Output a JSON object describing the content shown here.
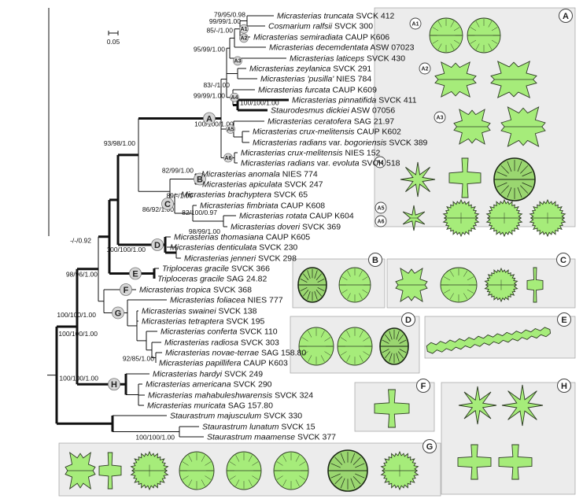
{
  "scale": {
    "label": "0.05"
  },
  "taxa": [
    {
      "genus": "Micrasterias",
      "epithet": "truncata",
      "strain": "SVCK 412"
    },
    {
      "genus": "Cosmarium",
      "epithet": "ralfsii",
      "strain": "SVCK 300"
    },
    {
      "genus": "Micrasterias",
      "epithet": "semiradiata",
      "strain": "CAUP K606"
    },
    {
      "genus": "Micrasterias",
      "epithet": "decemdentata",
      "strain": "ASW 07023"
    },
    {
      "genus": "Micrasterias",
      "epithet": "laticeps",
      "strain": "SVCK 430"
    },
    {
      "genus": "Micrasterias",
      "epithet": "zeylanica",
      "strain": "SVCK 291"
    },
    {
      "genus": "Micrasterias",
      "epithet": "'pusilla'",
      "strain": "NIES 784"
    },
    {
      "genus": "Micrasterias",
      "epithet": "furcata",
      "strain": "CAUP K609"
    },
    {
      "genus": "Micrasterias",
      "epithet": "pinnatifida",
      "strain": "SVCK 411"
    },
    {
      "genus": "Staurodesmus",
      "epithet": "dickiei",
      "strain": "ASW 07056"
    },
    {
      "genus": "Micrasterias",
      "epithet": "ceratofera",
      "strain": "SAG 21.97"
    },
    {
      "genus": "Micrasterias",
      "epithet": "crux-melitensis",
      "strain": "CAUP K602"
    },
    {
      "genus": "Micrasterias",
      "epithet": "radians",
      "variety": "bogoriensis",
      "strain": "SVCK 389"
    },
    {
      "genus": "Micrasterias",
      "epithet": "crux-melitensis",
      "strain": "NIES 152"
    },
    {
      "genus": "Micrasterias",
      "epithet": "radians",
      "variety": "evoluta",
      "strain": "SVCK 518"
    },
    {
      "genus": "Micrasterias",
      "epithet": "anomala",
      "strain": "NIES 774"
    },
    {
      "genus": "Micrasterias",
      "epithet": "apiculata",
      "strain": "SVCK 247"
    },
    {
      "genus": "Micrasterias",
      "epithet": "brachyptera",
      "strain": "SVCK 65"
    },
    {
      "genus": "Micrasterias",
      "epithet": "fimbriata",
      "strain": "CAUP K608"
    },
    {
      "genus": "Micrasterias",
      "epithet": "rotata",
      "strain": "CAUP K604"
    },
    {
      "genus": "Micrasterias",
      "epithet": "doveri",
      "strain": "SVCK 369"
    },
    {
      "genus": "Micrasterias",
      "epithet": "thomasiana",
      "strain": "CAUP K605"
    },
    {
      "genus": "Micrasterias",
      "epithet": "denticulata",
      "strain": "SVCK 230"
    },
    {
      "genus": "Micrasterias",
      "epithet": "jenneri",
      "strain": "SVCK 298"
    },
    {
      "genus": "Triploceras",
      "epithet": "gracile",
      "strain": "SVCK 366"
    },
    {
      "genus": "Triploceras",
      "epithet": "gracile",
      "strain": "SAG 24.82"
    },
    {
      "genus": "Micrasterias",
      "epithet": "tropica",
      "strain": "SVCK 368"
    },
    {
      "genus": "Micrasterias",
      "epithet": "foliacea",
      "strain": "NIES 777"
    },
    {
      "genus": "Micrasterias",
      "epithet": "swainei",
      "strain": "SVCK 138"
    },
    {
      "genus": "Micrasterias",
      "epithet": "tetraptera",
      "strain": "SVCK 195"
    },
    {
      "genus": "Micrasterias",
      "epithet": "conferta",
      "strain": "SVCK 110"
    },
    {
      "genus": "Micrasterias",
      "epithet": "radiosa",
      "strain": "SVCK 303"
    },
    {
      "genus": "Micrasterias",
      "epithet": "novae-terrae",
      "strain": "SAG 158.80"
    },
    {
      "genus": "Micrasterias",
      "epithet": "papillifera",
      "strain": "CAUP K603"
    },
    {
      "genus": "Micrasterias",
      "epithet": "hardyi",
      "strain": "SVCK 249"
    },
    {
      "genus": "Micrasterias",
      "epithet": "americana",
      "strain": "SVCK 290"
    },
    {
      "genus": "Micrasterias",
      "epithet": "mahabuleshwarensis",
      "strain": "SVCK 324"
    },
    {
      "genus": "Micrasterias",
      "epithet": "muricata",
      "strain": "SAG 157.80"
    },
    {
      "genus": "Staurastrum",
      "epithet": "majusculum",
      "strain": "SVCK 330"
    },
    {
      "genus": "Staurastrum",
      "epithet": "lunatum",
      "strain": "SVCK 15"
    },
    {
      "genus": "Staurastrum",
      "epithet": "maamense",
      "strain": "SVCK 377"
    }
  ],
  "support_values": [
    "79/95/0.98",
    "99/99/1.00",
    "85/-/1.00",
    "95/99/1.00",
    "83/-/1.00",
    "100/100/1.00",
    "99/99/1.00",
    "100/100/1.00",
    "93/98/1.00",
    "82/99/1.00",
    "82/100/0.97",
    "89/-/1.00",
    "86/92/1.00",
    "98/99/1.00",
    "-/-/0.92",
    "100/100/1.00",
    "100/100/1.00",
    "98/96/1.00",
    "100/100/1.00",
    "92/85/1.00",
    "100/100/1.00",
    "100/100/1.00"
  ],
  "clades": [
    "A",
    "B",
    "C",
    "D",
    "E",
    "F",
    "G",
    "H"
  ],
  "subclades": [
    "A1",
    "A2",
    "A3",
    "A4",
    "A5",
    "A6"
  ],
  "colors": {
    "cell_fill": "#a6ec7a",
    "cell_stroke": "#2e3b24",
    "panel_bg": "#ececec",
    "panel_border": "#a0a0a0",
    "clade_label_bg": "#d6d6d6"
  }
}
